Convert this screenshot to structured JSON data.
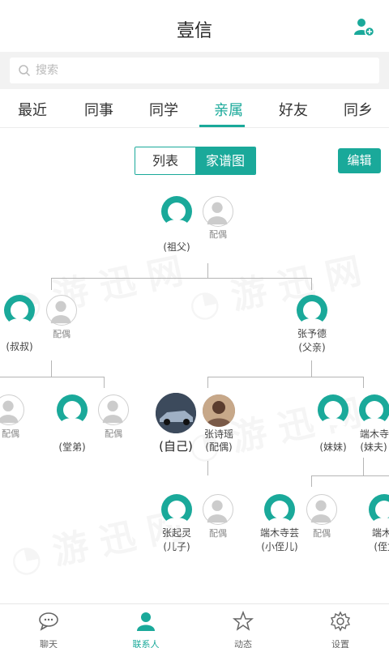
{
  "header": {
    "title": "壹信",
    "add_icon": "add-user-icon"
  },
  "search": {
    "placeholder": "搜索"
  },
  "tabs": [
    {
      "label": "最近"
    },
    {
      "label": "同事"
    },
    {
      "label": "同学"
    },
    {
      "label": "亲属",
      "active": true
    },
    {
      "label": "好友"
    },
    {
      "label": "同乡"
    }
  ],
  "view_toggle": {
    "list": "列表",
    "tree": "家谱图",
    "selected": "家谱图"
  },
  "edit_label": "编辑",
  "tree": {
    "grandpa": "(祖父)",
    "spouse": "配偶",
    "uncle": "(叔叔)",
    "father_name": "张予德",
    "father_role": "(父亲)",
    "cousin": "(堂弟)",
    "self": "(自己)",
    "wife_name": "张诗瑶",
    "wife_role": "(配偶)",
    "sister": "(妹妹)",
    "brother_in_law_name": "端木寺明",
    "brother_in_law_role": "(妹夫)",
    "son_name": "张起灵",
    "son_role": "(儿子)",
    "nephew_name": "端木寺芸",
    "nephew_role": "(小侄儿)",
    "niece_name": "端木萧",
    "niece_role": "(侄女)"
  },
  "bottom_nav": [
    {
      "label": "聊天",
      "icon": "chat-icon"
    },
    {
      "label": "联系人",
      "icon": "contacts-icon",
      "active": true
    },
    {
      "label": "动态",
      "icon": "star-icon"
    },
    {
      "label": "设置",
      "icon": "settings-icon"
    }
  ],
  "colors": {
    "accent": "#1aa99a",
    "inactive": "#666666"
  }
}
